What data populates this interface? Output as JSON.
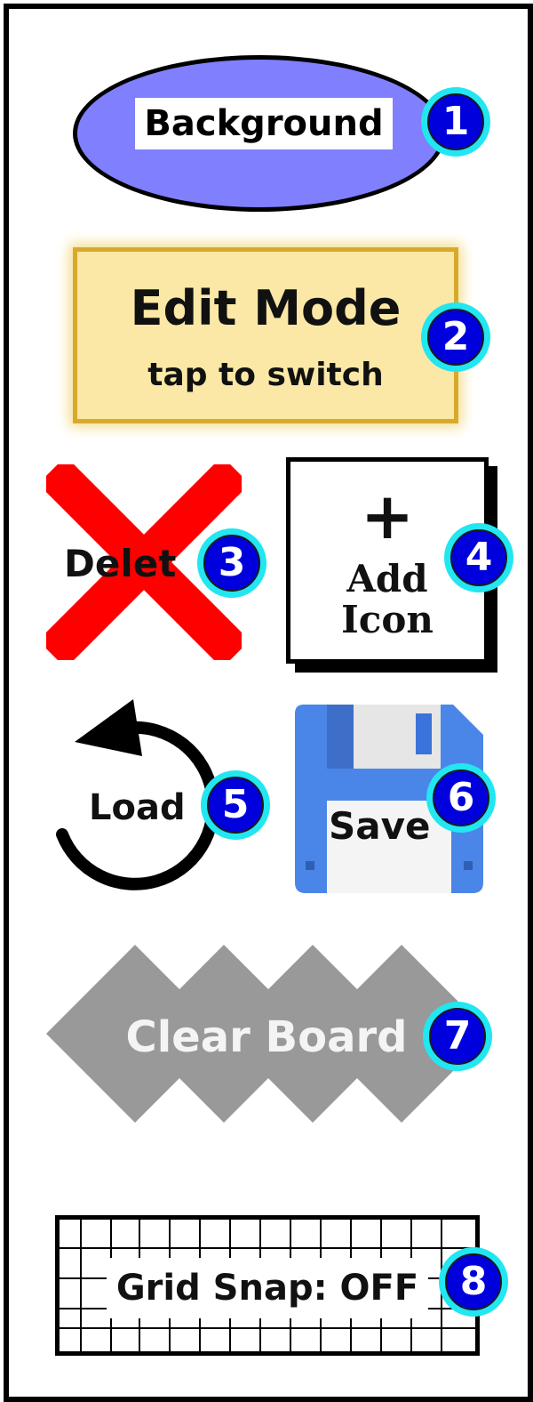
{
  "buttons": {
    "background": {
      "label": "Background",
      "badge": "1",
      "fill": "#8080ff"
    },
    "edit_mode": {
      "title": "Edit Mode",
      "subtitle": "tap to switch",
      "badge": "2",
      "fill": "#fbe8a6"
    },
    "delete": {
      "label": "Delet",
      "badge": "3",
      "icon": "x-icon",
      "color": "#ff0000"
    },
    "add_icon": {
      "plus": "+",
      "label_line1": "Add",
      "label_line2": "Icon",
      "badge": "4"
    },
    "load": {
      "label": "Load",
      "badge": "5",
      "icon": "undo-arrow-icon"
    },
    "save": {
      "label": "Save",
      "badge": "6",
      "icon": "floppy-disk-icon",
      "color": "#4a86e8"
    },
    "clear_board": {
      "label": "Clear Board",
      "badge": "7",
      "fill": "#999999"
    },
    "grid_snap": {
      "label": "Grid Snap: OFF",
      "badge": "8",
      "icon": "grid-icon"
    }
  },
  "colors": {
    "badge_fill": "#0000dd",
    "badge_ring": "#22e6f0"
  }
}
